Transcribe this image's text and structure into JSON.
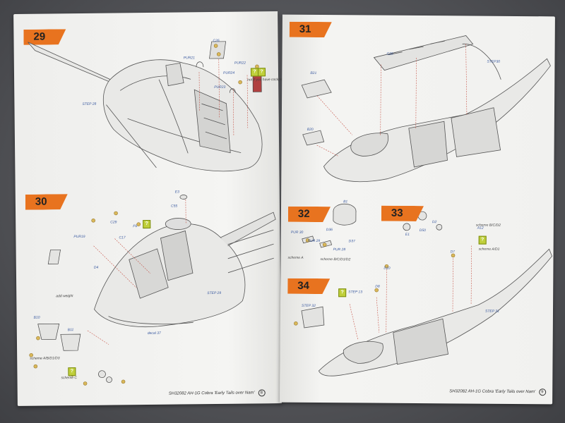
{
  "left_page": {
    "steps": [
      {
        "number": "29",
        "ref_label": "STEP 28",
        "parts": [
          "PUR21",
          "C26",
          "PUR22",
          "PUR23",
          "PUR24"
        ],
        "note": "not if you have cockpit lights"
      },
      {
        "number": "30",
        "ref_label": "STEP 29",
        "parts": [
          "C55",
          "E3",
          "PUR19",
          "C29",
          "D4",
          "F6",
          "B10",
          "B11",
          "C17",
          "decal 37"
        ],
        "notes": [
          "add weight",
          "scheme A/B/D1/D3",
          "scheme C"
        ]
      }
    ],
    "footer_code": "SH32082",
    "footer_title": "AH-1G Cobra 'Early Tails over Nam'",
    "page_number": "8"
  },
  "right_page": {
    "steps": [
      {
        "number": "31",
        "ref_label": "STEP30",
        "parts": [
          "C20",
          "B21",
          "B20"
        ]
      },
      {
        "number": "32",
        "parts": [
          "B1",
          "PUR 30",
          "PUR 29",
          "PUR 28",
          "D36",
          "D37"
        ],
        "notes": [
          "scheme A",
          "scheme B/C/D1/D2"
        ]
      },
      {
        "number": "33",
        "parts": [
          "E1",
          "D50",
          "D2"
        ]
      },
      {
        "number": "34",
        "ref_labels": [
          "STEP 31",
          "STEP 32",
          "STEP 13"
        ],
        "parts": [
          "D10",
          "D8",
          "D7",
          "A12"
        ],
        "notes": [
          "scheme B/C/D2",
          "scheme A/D1"
        ]
      }
    ],
    "footer_code": "SH32082",
    "footer_title": "AH-1G Cobra 'Early Tails over Nam'",
    "page_number": "9"
  },
  "colors": {
    "step_tab": "#e8731f",
    "question_box": "#bfcf3a",
    "part_label": "#3a5aa0"
  },
  "question_mark": "?"
}
